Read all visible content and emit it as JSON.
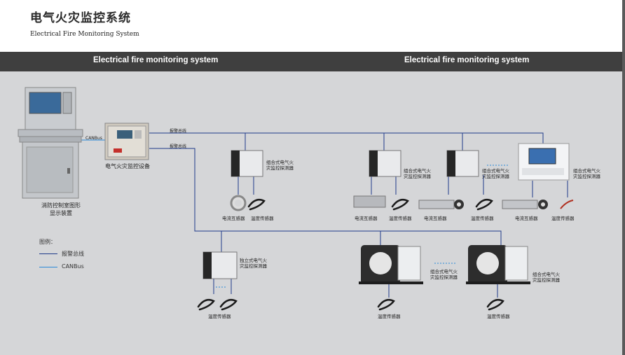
{
  "header": {
    "title_cn": "电气火灾监控系统",
    "title_en": "Electrical Fire Monitoring System"
  },
  "banner": {
    "left": "Electrical fire monitoring system",
    "right": "Electrical fire monitoring system"
  },
  "colors": {
    "alarm_bus": "#1f3a8a",
    "canbus": "#2a8ad8",
    "banner_bg": "#3f3f3f",
    "canvas_bg": "#d5d6d8"
  },
  "labels": {
    "graphic_display": "消防控制室图形显示装置",
    "monitor_device": "电气火灾监控设备",
    "canbus": "CANBus",
    "alarm_bus_1": "报警总线",
    "alarm_bus_2": "报警总线",
    "combined_detector": "组合式电气火灾监控探测器",
    "independent_detector": "独立式电气火灾监控探测器",
    "current_transformer": "电流互感器",
    "temperature_sensor": "温度传感器"
  },
  "legend": {
    "title": "图例：",
    "alarm_bus": "报警总线",
    "canbus": "CANBus"
  }
}
